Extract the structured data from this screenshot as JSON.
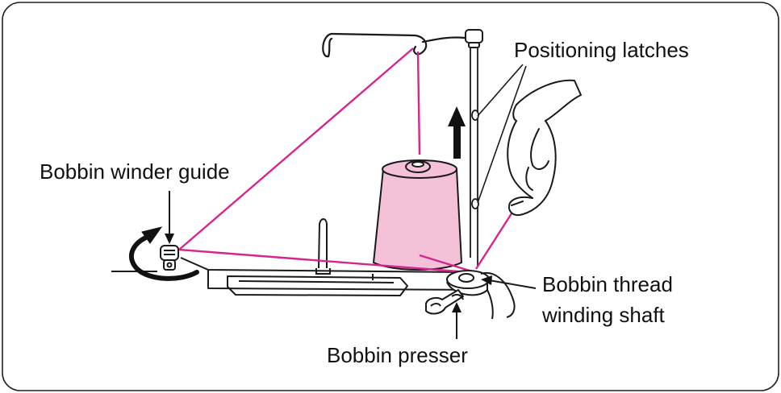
{
  "labels": {
    "positioning_latches": "Positioning latches",
    "bobbin_winder_guide": "Bobbin winder guide",
    "bobbin_thread_winding_shaft_line1": "Bobbin thread",
    "bobbin_thread_winding_shaft_line2": "winding shaft",
    "bobbin_presser": "Bobbin presser"
  },
  "colors": {
    "thread": "#d6258f",
    "spool": "#f4c1d8",
    "outline": "#1a1a1a",
    "frame": "#222222"
  }
}
